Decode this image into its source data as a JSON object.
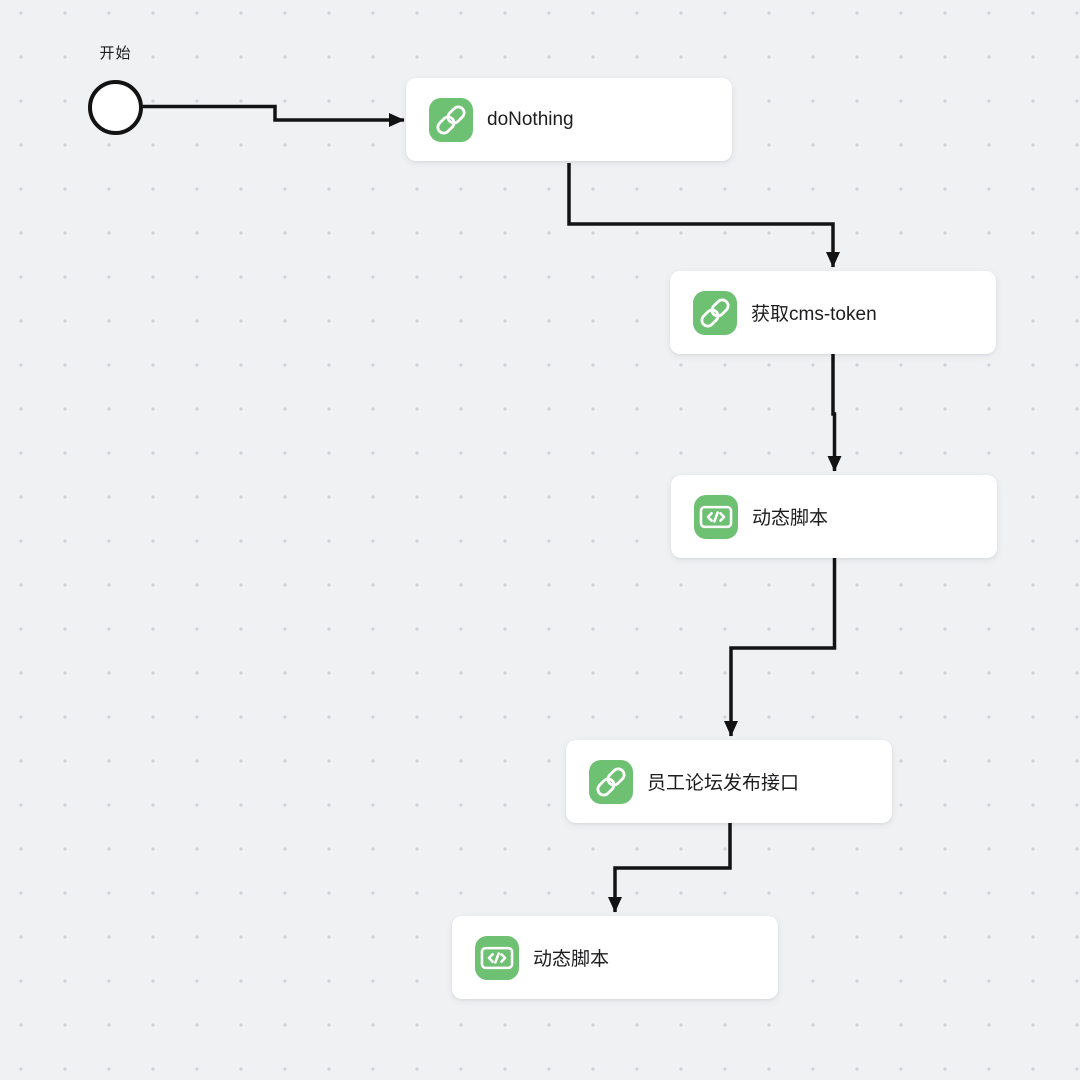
{
  "canvas": {
    "background_color": "#eff1f3",
    "dot_color": "#cdd0d5"
  },
  "start": {
    "label": "开始"
  },
  "nodes": [
    {
      "label": "doNothing",
      "icon": "link-icon",
      "icon_color": "#6ec173"
    },
    {
      "label": "获取cms-token",
      "icon": "link-icon",
      "icon_color": "#6ec173"
    },
    {
      "label": "动态脚本",
      "icon": "code-icon",
      "icon_color": "#6ec173"
    },
    {
      "label": "员工论坛发布接口",
      "icon": "link-icon",
      "icon_color": "#6ec173"
    },
    {
      "label": "动态脚本",
      "icon": "code-icon",
      "icon_color": "#6ec173"
    }
  ],
  "edges": [
    {
      "from": "开始",
      "to": "doNothing"
    },
    {
      "from": "doNothing",
      "to": "获取cms-token"
    },
    {
      "from": "获取cms-token",
      "to": "动态脚本"
    },
    {
      "from": "动态脚本",
      "to": "员工论坛发布接口"
    },
    {
      "from": "员工论坛发布接口",
      "to": "动态脚本"
    }
  ],
  "colors": {
    "connector": "#131313",
    "node_background": "#ffffff",
    "node_text": "#1d1d1f"
  }
}
